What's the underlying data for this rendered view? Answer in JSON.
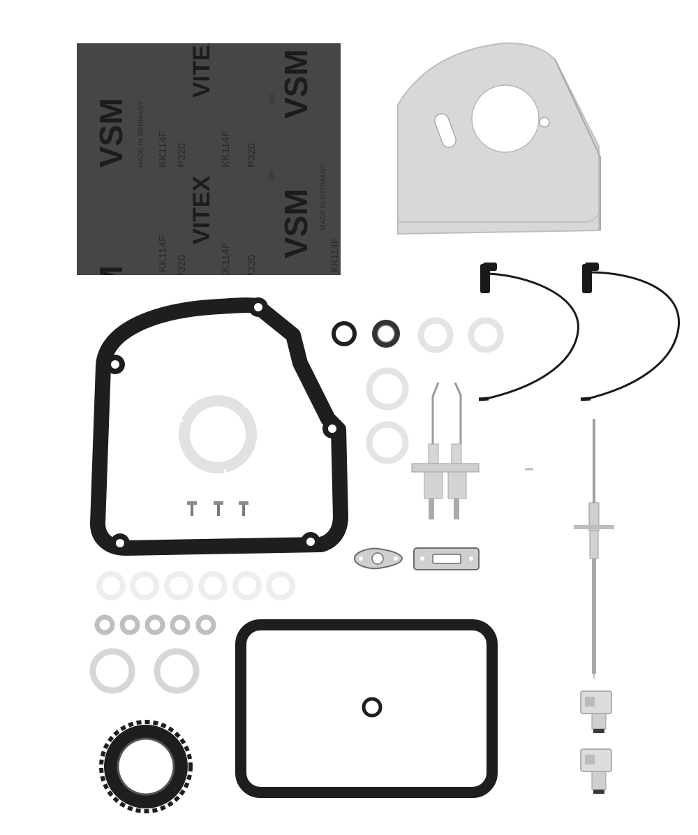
{
  "sandpaper": {
    "brand_vsm": "VSM",
    "brand_vitex": "VITEX",
    "product_code": "KK114F",
    "grit": "P320",
    "made_in": "MADE IN GERMANY",
    "batch": "325"
  },
  "colors": {
    "gasket_black": "#1e1e1e",
    "ring_light": "#e4e4e4",
    "ring_mid": "#cfcfcf",
    "sandpaper_dark": "#4a4a4a",
    "plate_grey": "#d6d6d6",
    "ceramic": "#d8d8d8",
    "metal": "#9a9a9a"
  },
  "icons": [
    "sandpaper-sheet",
    "burner-plate",
    "ignition-cable",
    "burner-gasket",
    "o-ring",
    "electrode-block",
    "flame-sensor",
    "inspection-gasket",
    "sealing-nut",
    "cable-clip"
  ]
}
